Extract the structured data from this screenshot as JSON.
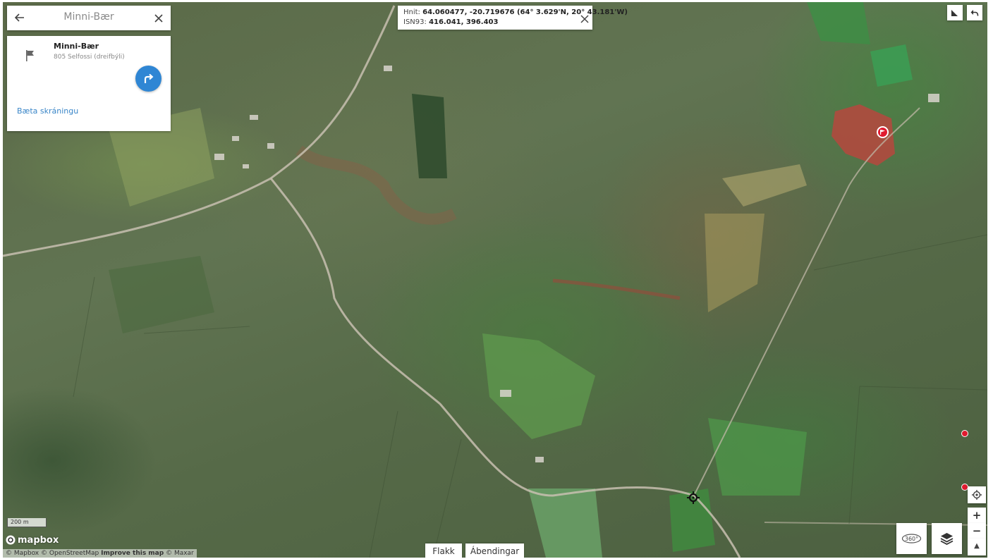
{
  "search": {
    "title": "Minni-Bær"
  },
  "place": {
    "name": "Minni-Bær",
    "address": "805 Selfossi (dreifbýli)",
    "improve_label": "Bæta skráningu"
  },
  "coordinates": {
    "hnit_label": "Hnit:",
    "hnit_value": "64.060477, -20.719676 (64° 3.629'N, 20° 43.181'W)",
    "isn_label": "ISN93:",
    "isn_value": "416.041, 396.403"
  },
  "scale": {
    "label": "200 m"
  },
  "logo": {
    "text": "mapbox"
  },
  "attribution": {
    "mapbox": "© Mapbox",
    "osm": "© OpenStreetMap",
    "improve": "Improve this map",
    "maxar": "© Maxar"
  },
  "controls": {
    "zoom_in": "+",
    "zoom_out": "−",
    "compass": "▲",
    "pano_label": "360°"
  },
  "bottom_tabs": {
    "flakk": "Flakk",
    "directions": "Ábendingar"
  },
  "colors": {
    "accent": "#2f86d4",
    "marker_red": "#e01a2f",
    "link_blue": "#3a86c8"
  }
}
